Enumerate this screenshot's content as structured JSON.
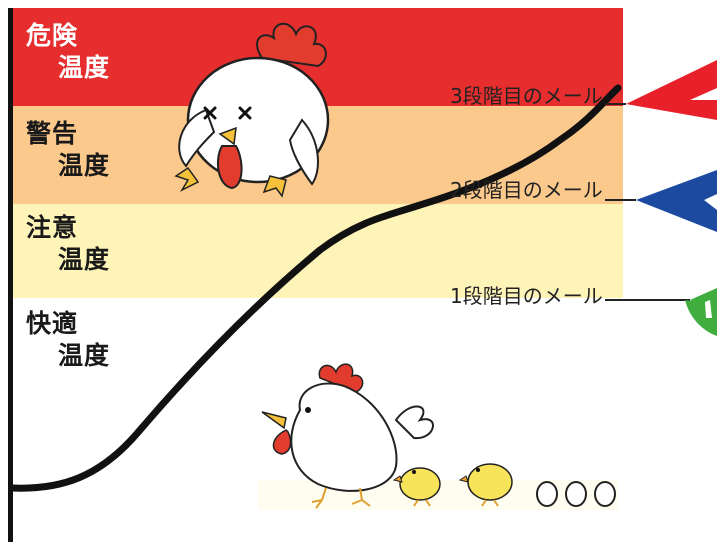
{
  "zones": [
    {
      "line1": "危険",
      "line2": "温度",
      "color": "#e62e2e"
    },
    {
      "line1": "警告",
      "line2": "温度",
      "color": "#fbc98c"
    },
    {
      "line1": "注意",
      "line2": "温度",
      "color": "#fff4b8"
    },
    {
      "line1": "快適",
      "line2": "温度",
      "color": "#ffffff"
    }
  ],
  "mail_levels": [
    {
      "label": "3段階目のメール",
      "color": "#e8202a"
    },
    {
      "label": "2段階目のメール",
      "color": "#1b4aa0"
    },
    {
      "label": "1段階目のメール",
      "color": "#3fae3f"
    }
  ],
  "icons": [
    "fainted-chicken-icon",
    "hen-with-chicks-icon",
    "egg-icon",
    "envelope-icon"
  ]
}
